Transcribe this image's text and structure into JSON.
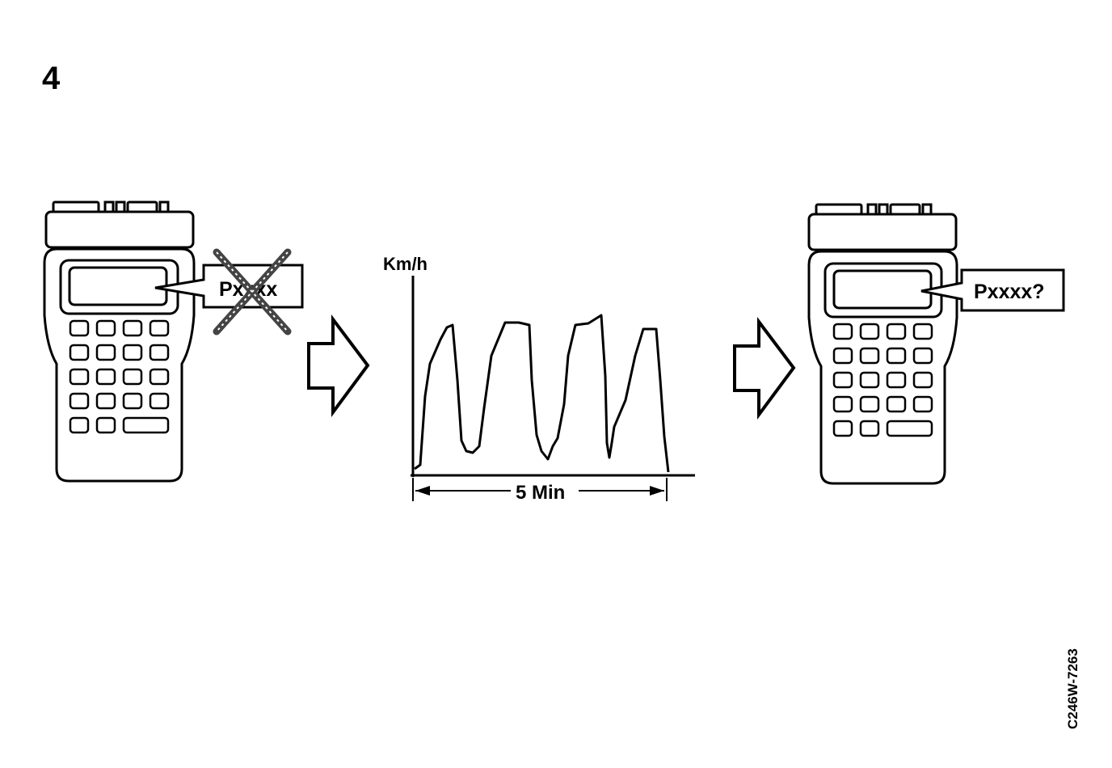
{
  "step_number": "4",
  "left_tester": {
    "code_label": "Pxxxx",
    "crossed_out": true
  },
  "speed_graph": {
    "y_axis_label": "Km/h",
    "duration_label": "5 Min"
  },
  "right_tester": {
    "code_label": "Pxxxx?"
  },
  "reference_code": "C246W-7263",
  "colors": {
    "ink": "#000000",
    "paper": "#ffffff",
    "cross": "#444444"
  }
}
